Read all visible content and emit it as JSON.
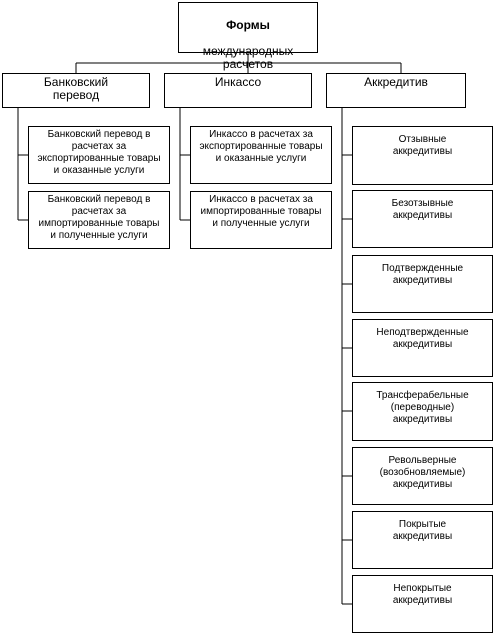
{
  "root": {
    "title": "Формы",
    "subtitle": "международных\nрасчетов"
  },
  "categories": [
    {
      "label": "Банковский\nперевод",
      "items": [
        "Банковский перевод в\nрасчетах за\nэкспортированные товары\nи оказанные услуги",
        "Банковский перевод в\nрасчетах за\nимпортированные товары\nи полученные услуги"
      ]
    },
    {
      "label": "Инкассо",
      "items": [
        "Инкассо в расчетах за\nэкспортированные товары\nи оказанные услуги",
        "Инкассо в расчетах за\nимпортированные товары\nи полученные услуги"
      ]
    },
    {
      "label": "Аккредитив",
      "items": [
        "Отзывные\nаккредитивы",
        "Безотзывные\nаккредитивы",
        "Подтвержденные\nаккредитивы",
        "Неподтвержденные\nаккредитивы",
        "Трансферабельные\n(переводные)\nаккредитивы",
        "Револьверные\n(возобновляемые)\nаккредитивы",
        "Покрытые\nаккредитивы",
        "Непокрытые\nаккредитивы"
      ]
    }
  ],
  "colors": {
    "line": "#000000",
    "background": "#ffffff"
  }
}
